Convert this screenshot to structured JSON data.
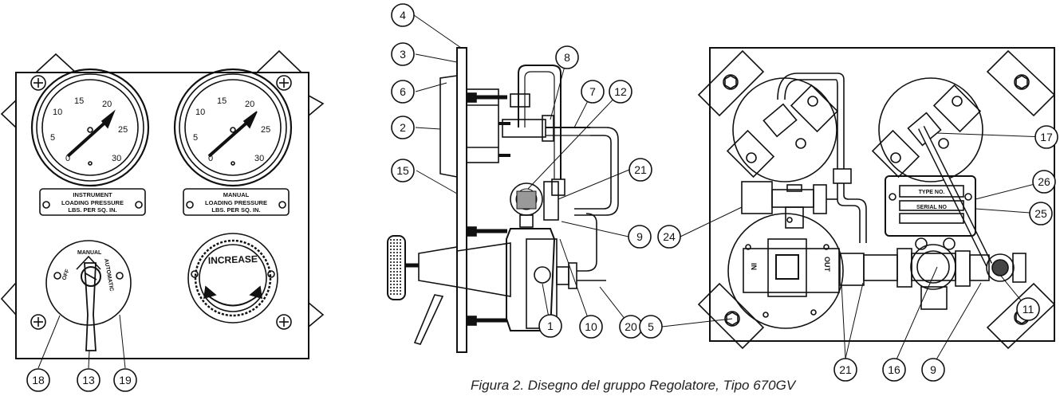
{
  "caption": "Figura 2. Disegno del gruppo Regolatore, Tipo 670GV",
  "front_panel": {
    "gauges": [
      {
        "ticks": [
          "0",
          "5",
          "10",
          "15",
          "20",
          "25",
          "30"
        ]
      },
      {
        "ticks": [
          "0",
          "5",
          "10",
          "15",
          "20",
          "25",
          "30"
        ]
      }
    ],
    "plates": [
      {
        "line1": "INSTRUMENT",
        "line2": "LOADING PRESSURE",
        "line3": "LBS. PER SQ. IN."
      },
      {
        "line1": "MANUAL",
        "line2": "LOADING PRESSURE",
        "line3": "LBS. PER SQ. IN."
      }
    ],
    "selector": {
      "manual": "MANUAL",
      "off": "OFF",
      "automatic": "AUTOMATIC"
    },
    "knob_label": "INCREASE"
  },
  "rear_panel": {
    "type_plate": {
      "type": "TYPE NO.",
      "serial": "SERIAL NO"
    },
    "valve_in": "IN",
    "valve_out": "OUT"
  },
  "callouts": [
    "4",
    "3",
    "6",
    "2",
    "15",
    "8",
    "7",
    "12",
    "21",
    "9",
    "20",
    "10",
    "1",
    "18",
    "13",
    "19",
    "17",
    "26",
    "25",
    "24",
    "11",
    "5",
    "21",
    "16",
    "9"
  ]
}
